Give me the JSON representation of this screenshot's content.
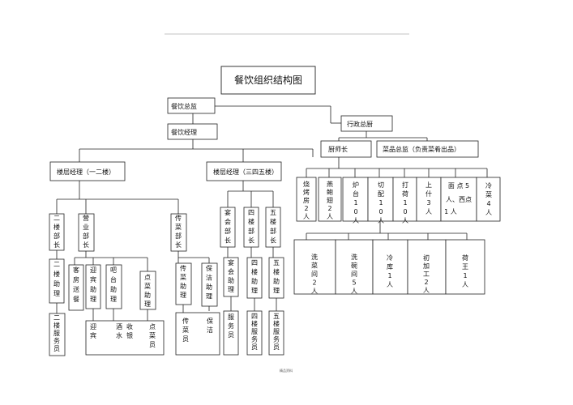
{
  "title": "餐饮组织结构图",
  "footer": "精品资料",
  "nodes": {
    "director": "餐饮总监",
    "manager": "餐饮经理",
    "chef_admin": "行政总厨",
    "head_chef": "厨师长",
    "quality": "菜品总监（负责菜肴出品）",
    "floor12": "楼层经理（一二楼）",
    "floor345": "楼层经理（三四五楼）",
    "f2_head": "二楼部长",
    "sales_head": "营业部长",
    "runner_head": "传菜部长",
    "banquet_head": "宴会部长",
    "f4_head": "四楼部长",
    "f5_head": "五楼部长",
    "f2_asst": "二楼助理",
    "room_service": "客房送餐",
    "greeter_asst": "迎宾助理",
    "bar_asst": "吧台助理",
    "order_asst": "点菜助理",
    "runner_asst": "传菜助理",
    "clean_asst": "保洁助理",
    "banquet_asst": "宴会助理",
    "f4_asst": "四楼助理",
    "f5_asst": "五楼助理",
    "f2_staff": "二楼服务员",
    "greeter": "迎宾",
    "wine": "酒水",
    "cashier": "收银",
    "order_staff": "点菜员",
    "runner": "传菜员",
    "cleaner": "保洁",
    "banquet_staff": "服务员",
    "f4_staff": "四楼服务员",
    "f5_staff": "五楼服务员",
    "k_roast": "烧烤房2人",
    "k_abalone": "燕鲍翅2人",
    "k_stove": "炉台10人",
    "k_cut": "切配10人",
    "k_lotus": "打荷10人",
    "k_serve": "上什3人",
    "k_noodle_a": "面 点 5",
    "k_noodle_b": "人、西点",
    "k_noodle_c": "1 人",
    "k_cold": "冷菜4人",
    "k_veg": "洗菜间2人",
    "k_dish": "洗碗间5人",
    "k_store": "冷库1人",
    "k_prep": "初加工2人",
    "k_lotus_king": "荷王1人"
  }
}
